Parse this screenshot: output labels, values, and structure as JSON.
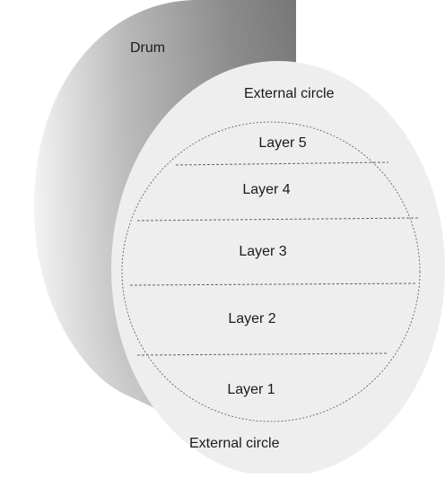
{
  "diagram": {
    "drum_label": "Drum",
    "external_circle_top": "External circle",
    "external_circle_bottom": "External circle",
    "layers": [
      {
        "label": "Layer 5"
      },
      {
        "label": "Layer 4"
      },
      {
        "label": "Layer 3"
      },
      {
        "label": "Layer 2"
      },
      {
        "label": "Layer 1"
      }
    ],
    "colors": {
      "drum_side_dark": "#7c7c7c",
      "drum_side_light": "#dedede",
      "face_fill": "#eeeeee",
      "dashed_line": "#555555"
    }
  }
}
